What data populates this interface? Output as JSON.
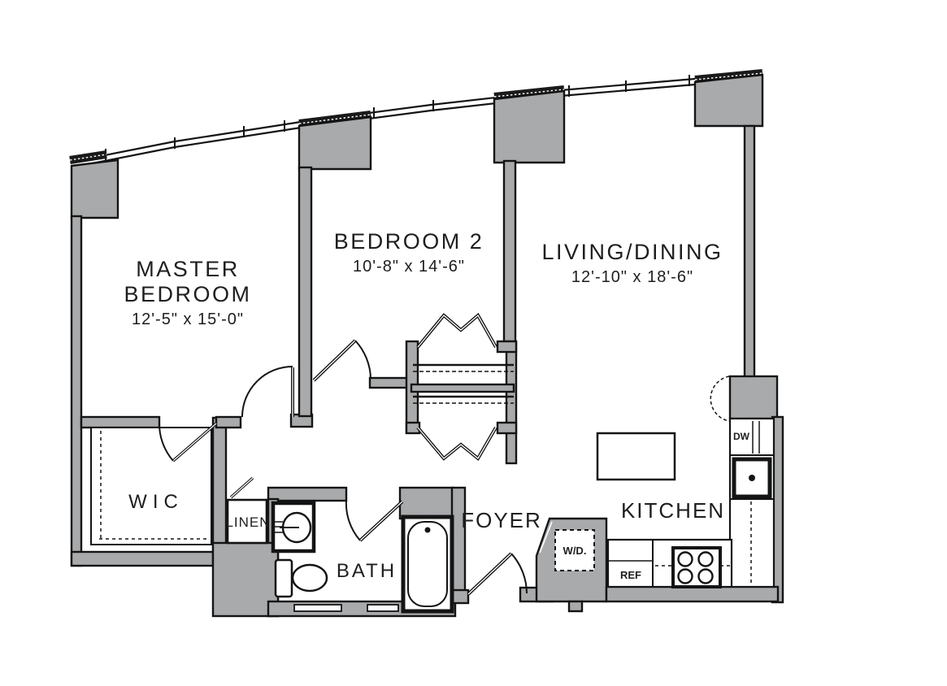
{
  "plan": {
    "rooms": {
      "master": {
        "line1": "MASTER",
        "line2": "BEDROOM",
        "dims": "12'-5\" x 15'-0\""
      },
      "bedroom2": {
        "name": "BEDROOM 2",
        "dims": "10'-8\" x 14'-6\""
      },
      "living": {
        "name": "LIVING/DINING",
        "dims": "12'-10\" x 18'-6\""
      },
      "wic": {
        "name": "WIC"
      },
      "linen": {
        "name": "LINEN"
      },
      "bath": {
        "name": "BATH"
      },
      "foyer": {
        "name": "FOYER"
      },
      "kitchen": {
        "name": "KITCHEN"
      }
    },
    "appliances": {
      "washer_dryer": "W/D.",
      "refrigerator": "REF",
      "dishwasher": "DW"
    },
    "colors": {
      "wall_fill": "#a8aaac",
      "line": "#141414",
      "text": "#1e1e1e",
      "background": "#ffffff"
    }
  }
}
